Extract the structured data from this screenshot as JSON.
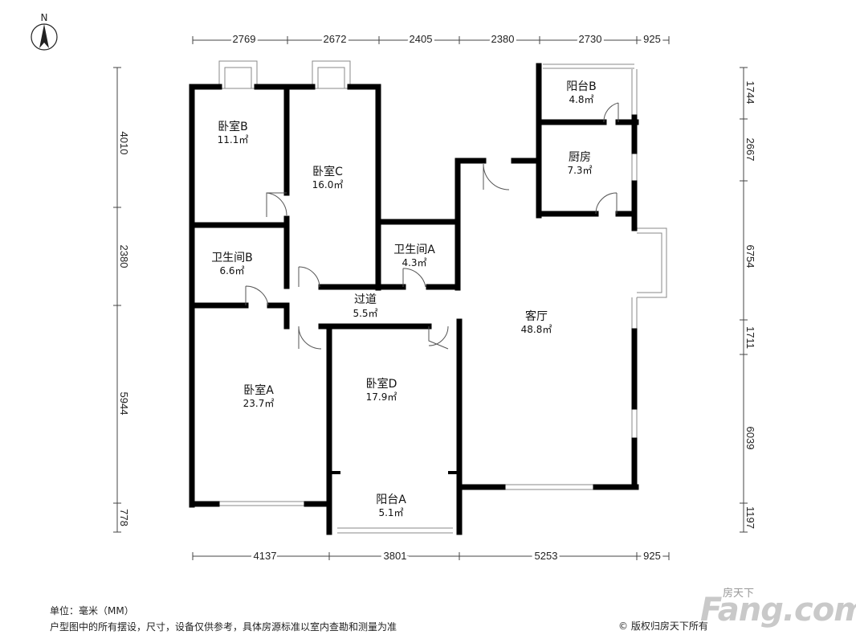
{
  "compass": {
    "label": "N"
  },
  "dimensions": {
    "top": [
      "2769",
      "2672",
      "2405",
      "2380",
      "2730",
      "925"
    ],
    "bottom": [
      "4137",
      "3801",
      "5253",
      "925"
    ],
    "left": [
      "4010",
      "2380",
      "5944",
      "778"
    ],
    "right": [
      "1744",
      "2667",
      "6754",
      "1711",
      "6039",
      "1197"
    ]
  },
  "rooms": {
    "bedroom_b": {
      "name": "卧室B",
      "area": "11.1㎡"
    },
    "bedroom_c": {
      "name": "卧室C",
      "area": "16.0㎡"
    },
    "bathroom_b": {
      "name": "卫生间B",
      "area": "6.6㎡"
    },
    "bathroom_a": {
      "name": "卫生间A",
      "area": "4.3㎡"
    },
    "corridor": {
      "name": "过道",
      "area": "5.5㎡"
    },
    "living": {
      "name": "客厅",
      "area": "48.8㎡"
    },
    "balcony_b": {
      "name": "阳台B",
      "area": "4.8㎡"
    },
    "kitchen": {
      "name": "厨房",
      "area": "7.3㎡"
    },
    "bedroom_a": {
      "name": "卧室A",
      "area": "23.7㎡"
    },
    "bedroom_d": {
      "name": "卧室D",
      "area": "17.9㎡"
    },
    "balcony_a": {
      "name": "阳台A",
      "area": "5.1㎡"
    }
  },
  "footer": {
    "unit": "单位：毫米（MM）",
    "disclaimer": "户型图中的所有摆设，尺寸，设备仅供参考，具体房源标准以室内查勘和测量为准",
    "copyright": "© 版权归房天下所有"
  },
  "brand": {
    "cn": "房天下",
    "en": "Fang.com"
  },
  "colors": {
    "wall": "#000000",
    "window": "#888888",
    "text": "#222222"
  }
}
